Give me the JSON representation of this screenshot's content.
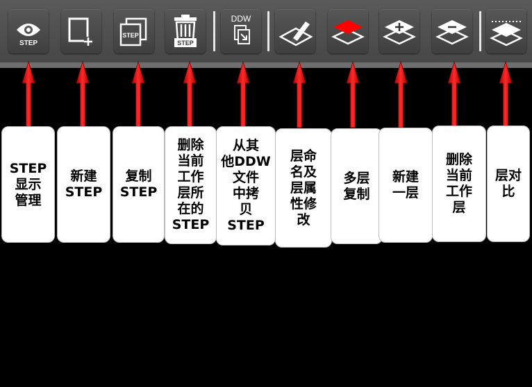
{
  "toolbar": {
    "buttons": [
      {
        "id": "step-display",
        "icon": "eye-step-icon",
        "icon_text": "STEP"
      },
      {
        "id": "new-step",
        "icon": "new-square-plus-icon"
      },
      {
        "id": "copy-step",
        "icon": "copy-step-icon",
        "icon_text": "STEP"
      },
      {
        "id": "delete-step",
        "icon": "trash-step-icon",
        "icon_text": "STEP"
      },
      {
        "id": "copy-from-ddw",
        "icon": "ddw-copy-icon",
        "icon_text": "DDW"
      },
      {
        "id": "rename-layer",
        "icon": "layer-edit-icon"
      },
      {
        "id": "multi-layer-copy",
        "icon": "red-layers-icon"
      },
      {
        "id": "new-layer",
        "icon": "layer-plus-icon"
      },
      {
        "id": "delete-layer",
        "icon": "layer-minus-icon"
      },
      {
        "id": "layer-compare",
        "icon": "layer-compare-icon"
      }
    ]
  },
  "labels": [
    "STEP\n显示\n管理",
    "新建\nSTEP",
    "复制\nSTEP",
    "删除\n当前\n工作\n层所\n在的\nSTEP",
    "从其\n他DDW\n文件\n中拷\n贝\nSTEP",
    "层命\n名及\n层属\n性修\n改",
    "多层\n复制",
    "新建\n一层",
    "删除\n当前\n工作\n层",
    "层对\n比"
  ],
  "colors": {
    "arrow": "#e00000",
    "icon": "#ffffff",
    "accent_red": "#ff0000"
  }
}
